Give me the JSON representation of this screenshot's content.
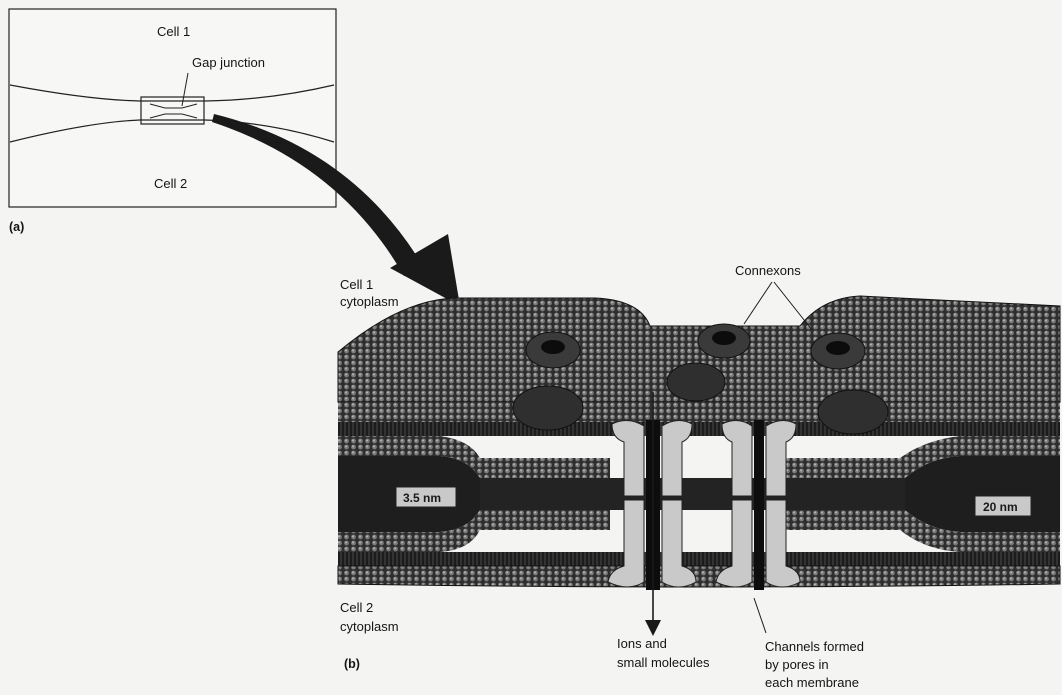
{
  "panel_a": {
    "label": "(a)",
    "cell1": "Cell 1",
    "cell2": "Cell 2",
    "gap_junction": "Gap junction"
  },
  "panel_b": {
    "label": "(b)",
    "cell1_cytoplasm": [
      "Cell 1",
      "cytoplasm"
    ],
    "cell2_cytoplasm": [
      "Cell 2",
      "cytoplasm"
    ],
    "connexons": "Connexons",
    "gap_width": "3.5 nm",
    "membrane_width": "20 nm",
    "ions": [
      "Ions and",
      "small molecules"
    ],
    "channels": [
      "Channels formed",
      "by pores in",
      "each membrane"
    ]
  },
  "colors": {
    "membrane_dark": "#2b2b2b",
    "protein_light": "#c9c9c9",
    "connexon_dark": "#3a3a3a"
  }
}
